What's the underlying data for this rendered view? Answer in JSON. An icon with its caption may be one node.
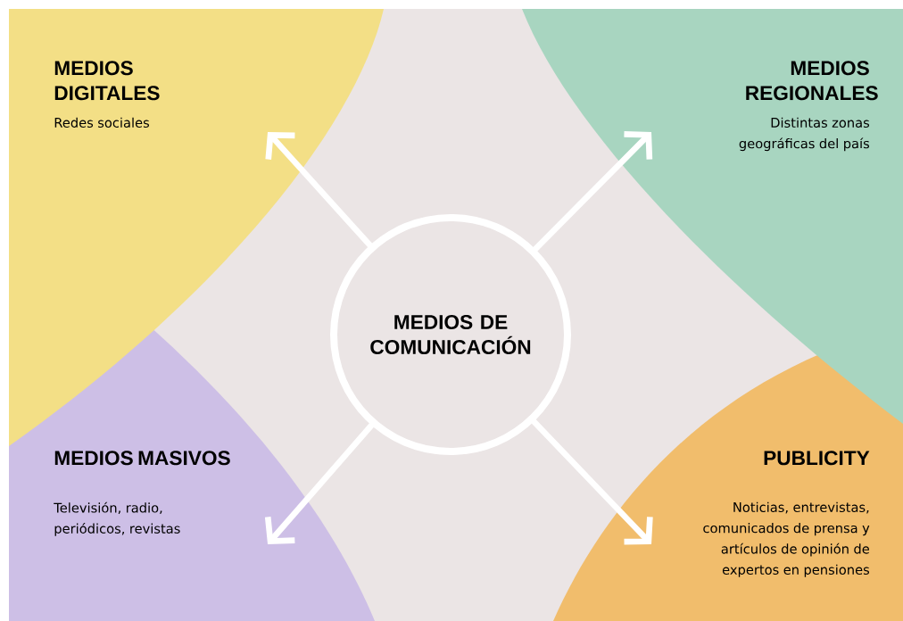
{
  "diagram": {
    "nodes": [
      {
        "text": [
          "MEDIOS DE COMUNICACIÓN"
        ]
      },
      {
        "text": [
          "MEDIOS DIGITALES",
          "Redes sociales"
        ]
      },
      {
        "text": [
          "MEDIOS REGIONALES",
          "Distintas zonas geográficas del país"
        ]
      },
      {
        "text": [
          "MEDIOS MASIVOS",
          "Televisión, radio, periódicos, revistas"
        ]
      },
      {
        "text": [
          "PUBLICITY",
          "Noticias, entrevistas, comunicados de prensa y artículos de opinión de expertos en pensiones"
        ]
      }
    ],
    "edges": [
      {
        "from": 0,
        "to": 1,
        "arrow": "to"
      },
      {
        "from": 0,
        "to": 2,
        "arrow": "to"
      },
      {
        "from": 0,
        "to": 3,
        "arrow": "to"
      },
      {
        "from": 0,
        "to": 4,
        "arrow": "to"
      }
    ]
  }
}
